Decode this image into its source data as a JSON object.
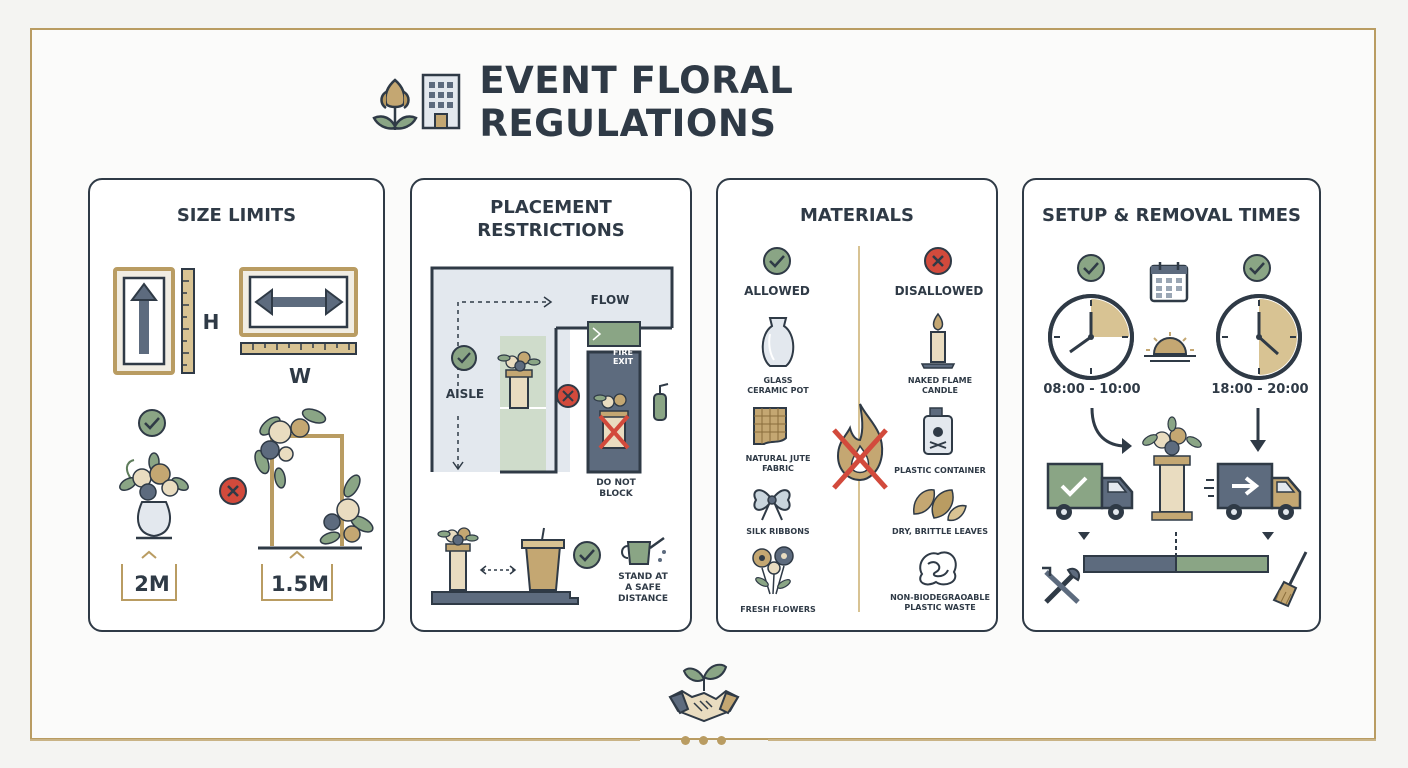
{
  "title": "EVENT FLORAL REGULATIONS",
  "colors": {
    "ink": "#2f3a46",
    "gold": "#b99c62",
    "sage": "#8aa585",
    "red": "#d24a3c",
    "slate": "#5d6b7e",
    "paleblue": "#e3e8ee"
  },
  "icons": {
    "header": [
      "tulip-icon",
      "building-icon"
    ],
    "footer": "handshake-plant-icon"
  },
  "cards": {
    "size": {
      "title": "SIZE LIMITS",
      "height_label": "H",
      "width_label": "W",
      "allowed_size": "2M",
      "disallowed_size": "1.5M"
    },
    "placement": {
      "title": "PLACEMENT\nRESTRICTIONS",
      "flow_label": "FLOW",
      "aisle_label": "AISLE",
      "fire_exit_label": "FIRE\nEXIT",
      "do_not_block_label": "DO NOT\nBLOCK",
      "safe_distance_label": "STAND AT\nA SAFE\nDISTANCE"
    },
    "materials": {
      "title": "MATERIALS",
      "allowed_heading": "ALLOWED",
      "disallowed_heading": "DISALLOWED",
      "allowed": [
        {
          "label": "GLASS\nCERAMIC POT",
          "icon": "vase-icon"
        },
        {
          "label": "NATURAL JUTE\nFABRIC",
          "icon": "jute-fabric-icon"
        },
        {
          "label": "SILK RIBBONS",
          "icon": "ribbon-icon"
        },
        {
          "label": "FRESH FLOWERS",
          "icon": "flowers-icon"
        }
      ],
      "disallowed": [
        {
          "label": "NAKED FLAME\nCANDLE",
          "icon": "candle-icon"
        },
        {
          "label": "PLASTIC CONTAINER",
          "icon": "toxic-container-icon"
        },
        {
          "label": "DRY, BRITTLE LEAVES",
          "icon": "dry-leaves-icon"
        },
        {
          "label": "NON-BIODEGRAOABLE\nPLASTIC WASTE",
          "icon": "plastic-waste-icon"
        }
      ]
    },
    "setup": {
      "title": "SETUP & REMOVAL TIMES",
      "setup_time": "08:00 - 10:00",
      "removal_time": "18:00 - 20:00"
    }
  }
}
